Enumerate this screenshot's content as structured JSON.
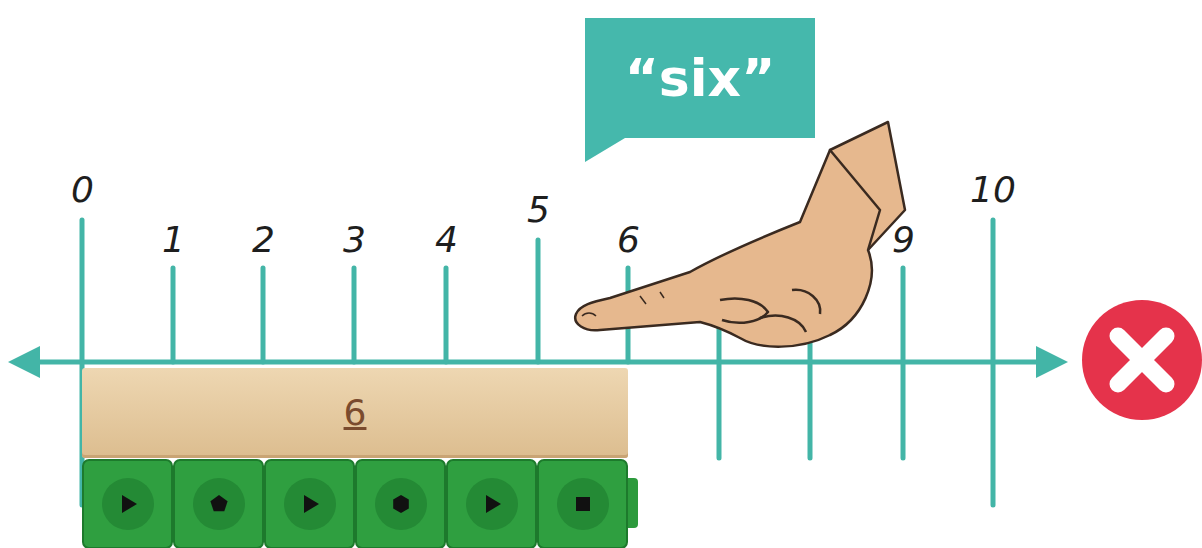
{
  "diagram": {
    "nodes": [
      {
        "text": [
          "“six”"
        ]
      },
      {
        "text": [
          "6"
        ]
      }
    ],
    "labels": [
      "0",
      "1",
      "2",
      "3",
      "4",
      "5",
      "6",
      "9",
      "10"
    ]
  }
}
